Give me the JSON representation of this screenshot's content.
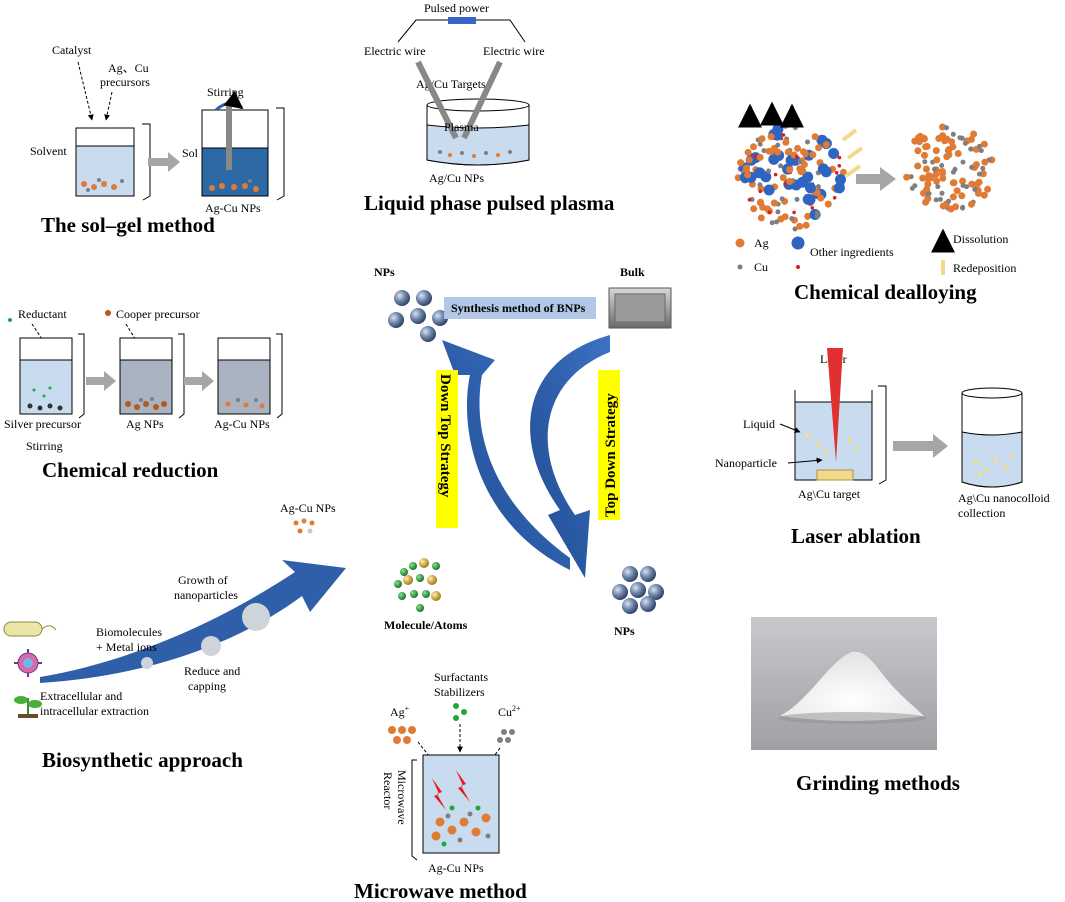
{
  "center": {
    "nps_top": "NPs",
    "bulk": "Bulk",
    "banner": "Synthesis method of BNPs",
    "down_top": "Down Top Strategy",
    "top_down": "Top Down Strategy",
    "molecule_atoms": "Molecule/Atoms",
    "nps_bottom": "NPs"
  },
  "sol_gel": {
    "title": "The sol–gel method",
    "catalyst": "Catalyst",
    "precursors_line1": "Ag、Cu",
    "precursors_line2": "precursors",
    "solvent": "Solvent",
    "stirring": "Stirring",
    "sol": "Sol",
    "product": "Ag-Cu NPs"
  },
  "plasma": {
    "title": "Liquid phase pulsed plasma",
    "pulsed_power": "Pulsed power",
    "wire_left": "Electric wire",
    "wire_right": "Electric wire",
    "targets": "Ag/Cu Targets",
    "plasma": "Plasma",
    "product": "Ag/Cu NPs"
  },
  "dealloying": {
    "title": "Chemical dealloying",
    "legend_ag": "Ag",
    "legend_cu": "Cu",
    "legend_other": "Other ingredients",
    "legend_dissolution": "Dissolution",
    "legend_redeposition": "Redeposition"
  },
  "reduction": {
    "title": "Chemical reduction",
    "reductant": "Reductant",
    "cooper_precursor": "Cooper precursor",
    "silver_precursor": "Silver precursor",
    "stirring": "Stirring",
    "ag_nps": "Ag NPs",
    "agcu_nps": "Ag-Cu NPs"
  },
  "laser": {
    "title": "Laser ablation",
    "laser": "Laser",
    "liquid": "Liquid",
    "nanoparticle": "Nanoparticle",
    "target": "Ag\\Cu target",
    "collection_line1": "Ag\\Cu nanocolloid",
    "collection_line2": "collection"
  },
  "bio": {
    "title": "Biosynthetic approach",
    "product": "Ag-Cu NPs",
    "growth_line1": "Growth of",
    "growth_line2": "nanoparticles",
    "biomolecules_line1": "Biomolecules",
    "biomolecules_line2": "+ Metal ions",
    "reduce_line1": "Reduce and",
    "reduce_line2": "capping",
    "extraction_line1": "Extracellular and",
    "extraction_line2": "intracellular extraction"
  },
  "microwave": {
    "title": "Microwave method",
    "surfactants": "Surfactants",
    "stabilizers": "Stabilizers",
    "ag_ion": "Ag",
    "ag_charge": "+",
    "cu_ion": "Cu",
    "cu_charge": "2+",
    "reactor_line1": "Microwave",
    "reactor_line2": "Reactor",
    "product": "Ag-Cu NPs"
  },
  "grinding": {
    "title": "Grinding methods"
  },
  "colors": {
    "liquid": "#c9dcef",
    "dark_liquid": "#2d6aa5",
    "arrow_blue": "#2f5fa8",
    "ag": "#e07b35",
    "cu": "#7f7f7f",
    "other": "#2f64c0",
    "highlight": "#ffff00"
  }
}
